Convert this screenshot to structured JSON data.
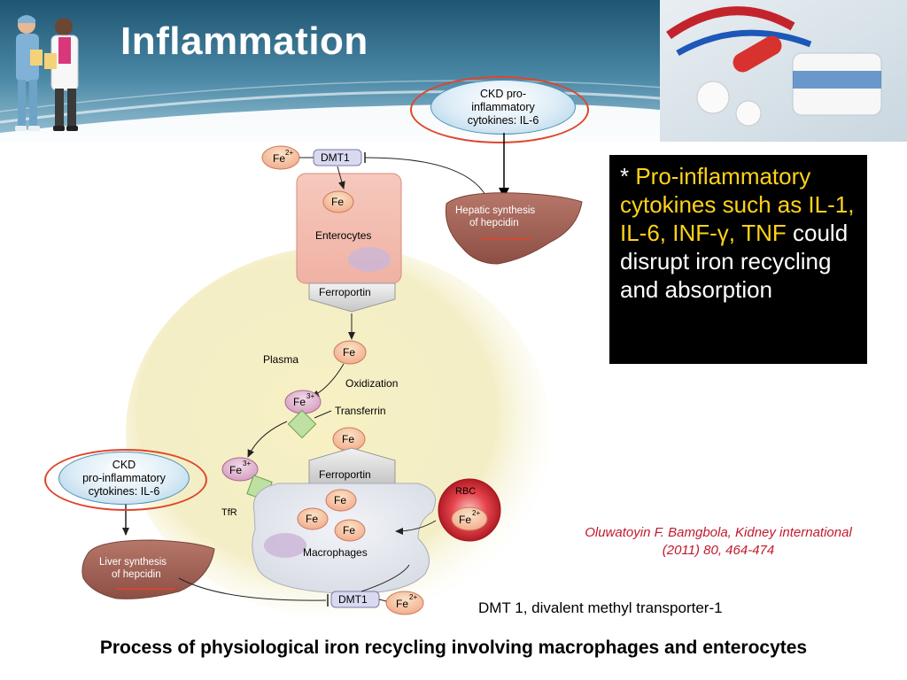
{
  "slide": {
    "title": "Inflammation",
    "cytokine_bubble_top": "CKD pro-inflammatory cytokines: IL-6",
    "cytokine_bubble_top_lines": [
      "CKD pro-",
      "inflammatory",
      "cytokines: IL-6"
    ],
    "cytokine_bubble_left_lines": [
      "CKD",
      "pro-inflammatory",
      "cytokines: IL-6"
    ],
    "note": {
      "asterisk": "* ",
      "highlight": "Pro-inflammatory cytokines such as IL-1, IL-6, INF-γ, TNF",
      "rest": " could disrupt iron recycling and absorption"
    },
    "citation_line1": "Oluwatoyin F. Bamgbola, Kidney international",
    "citation_line2": "(2011) 80, 464-474",
    "dmt_note": "DMT 1, divalent methyl transporter-1",
    "caption": "Process of physiological iron recycling involving macrophages and enterocytes",
    "accent_color": "#e0452a",
    "highlight_color": "#ffd21a",
    "citation_color": "#c0192c"
  },
  "diagram": {
    "fe2": "Fe",
    "fe2_sup": "2+",
    "fe3": "Fe",
    "fe3_sup": "3+",
    "fe": "Fe",
    "dmt1": "DMT1",
    "enterocytes": "Enterocytes",
    "ferroportin": "Ferroportin",
    "hepatic_line1": "Hepatic synthesis",
    "hepatic_line2": "of hepcidin",
    "plasma": "Plasma",
    "oxidization": "Oxidization",
    "transferrin": "Transferrin",
    "tfr": "TfR",
    "macrophages": "Macrophages",
    "rbc": "RBC",
    "liver_line1": "Liver synthesis",
    "liver_line2": "of hepcidin"
  },
  "icons": [
    "doctors-illustration",
    "medicine-illustration"
  ]
}
